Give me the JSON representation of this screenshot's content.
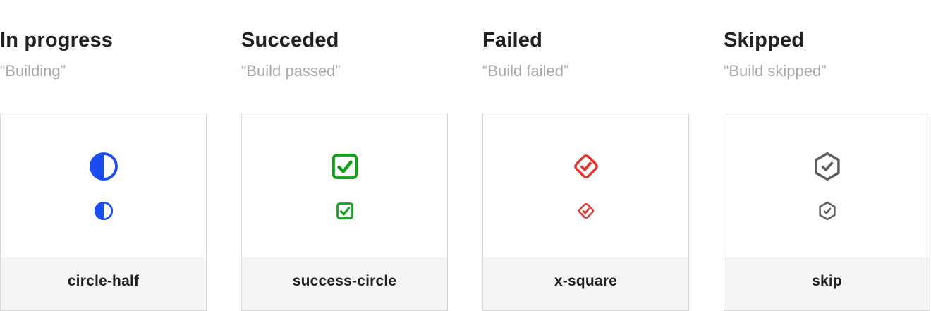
{
  "columns": [
    {
      "title": "In progress",
      "subtitle": "“Building”",
      "icon": "circle-half-icon",
      "icon_color": "#1a4cf0",
      "label": "circle-half"
    },
    {
      "title": "Succeded",
      "subtitle": "“Build passed”",
      "icon": "success-circle-icon",
      "icon_color": "#10a118",
      "label": "success-circle"
    },
    {
      "title": "Failed",
      "subtitle": "“Build failed”",
      "icon": "x-square-icon",
      "icon_color": "#e5352b",
      "label": "x-square"
    },
    {
      "title": "Skipped",
      "subtitle": "“Build skipped”",
      "icon": "skip-icon",
      "icon_color": "#5c5c61",
      "label": "skip"
    }
  ]
}
